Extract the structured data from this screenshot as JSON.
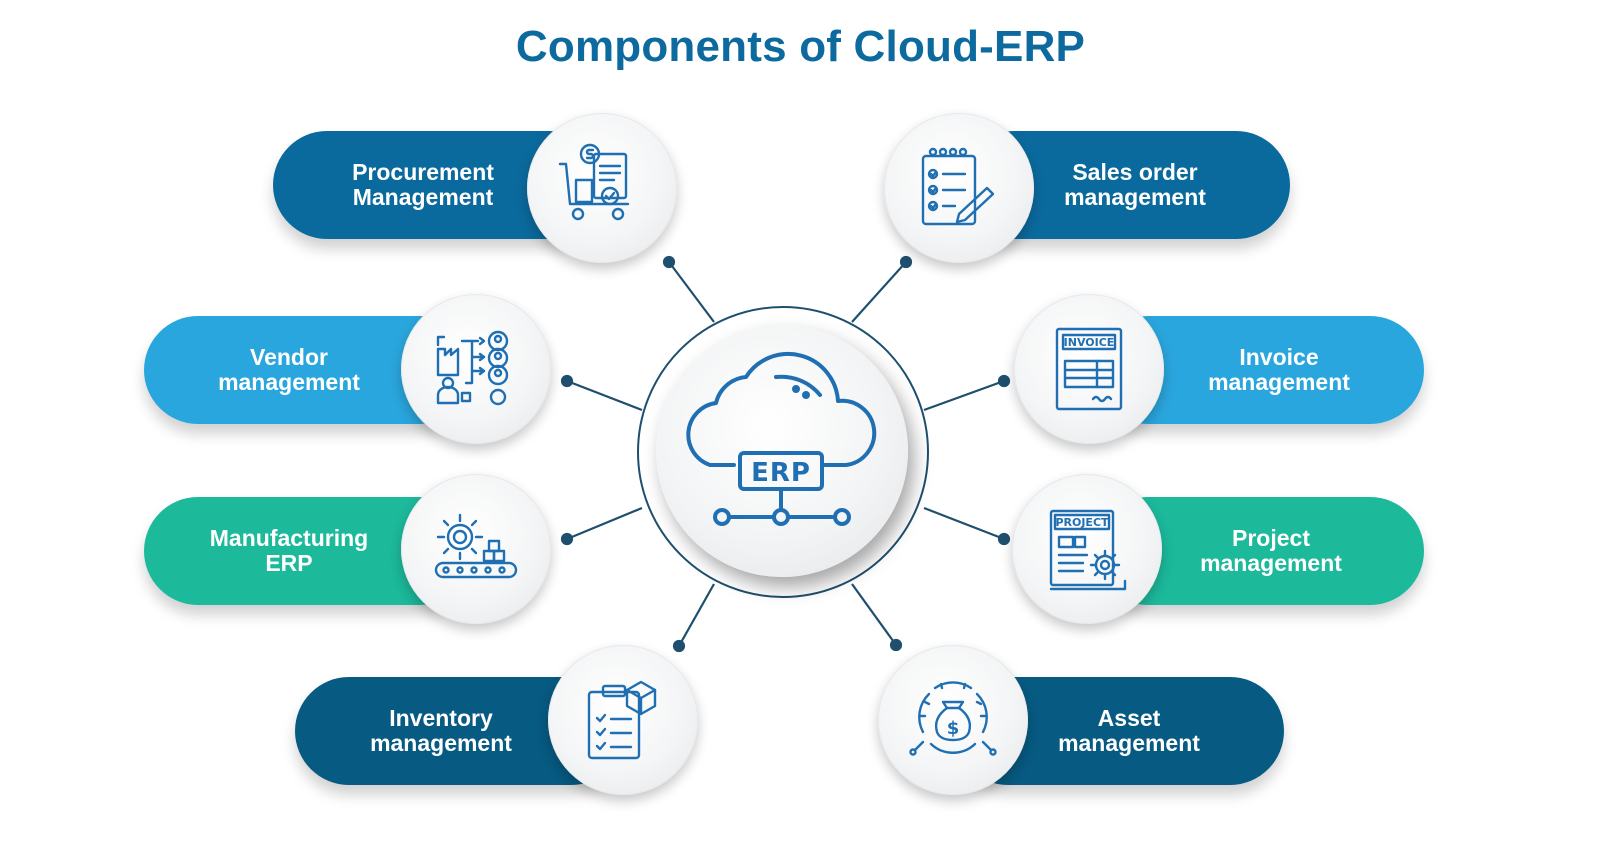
{
  "title": "Components of Cloud-ERP",
  "center": {
    "label": "ERP",
    "icon": "cloud-erp-icon"
  },
  "colors": {
    "title": "#0c6a9f",
    "dark_blue": "#0b6a9d",
    "light_blue": "#2aa6de",
    "teal": "#1cb99b",
    "navy": "#075a82",
    "icon_stroke": "#1f6fb2",
    "connector": "#1f4f6e"
  },
  "components": [
    {
      "lines": [
        "Procurement",
        "Management"
      ],
      "icon": "procurement-cart-icon"
    },
    {
      "lines": [
        "Vendor",
        "management"
      ],
      "icon": "vendor-network-icon"
    },
    {
      "lines": [
        "Manufacturing",
        "ERP"
      ],
      "icon": "gear-conveyor-icon"
    },
    {
      "lines": [
        "Inventory",
        "management"
      ],
      "icon": "clipboard-box-icon"
    },
    {
      "lines": [
        "Sales order",
        "management"
      ],
      "icon": "checklist-notepad-icon"
    },
    {
      "lines": [
        "Invoice",
        "management"
      ],
      "icon": "invoice-document-icon"
    },
    {
      "lines": [
        "Project",
        "management"
      ],
      "icon": "project-document-icon"
    },
    {
      "lines": [
        "Asset",
        "management"
      ],
      "icon": "money-bag-gauge-icon"
    }
  ]
}
